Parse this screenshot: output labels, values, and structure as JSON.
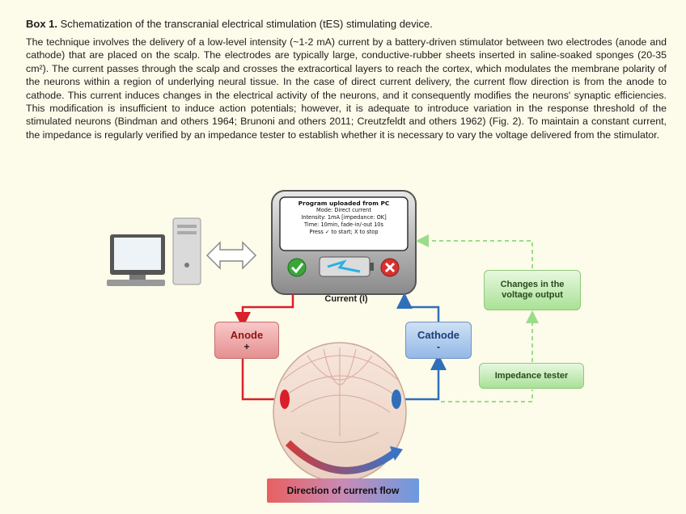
{
  "box": {
    "label": "Box 1.",
    "title": "Schematization of the transcranial electrical stimulation (tES) stimulating device.",
    "paragraph": "The technique involves the delivery of a low-level intensity (~1-2 mA) current by a battery-driven stimulator between two electrodes (anode and cathode) that are placed on the scalp. The electrodes are typically large, conductive-rubber sheets inserted in saline-soaked sponges (20-35 cm²). The current passes through the scalp and crosses the extracortical layers to reach the cortex, which modulates the membrane polarity of the neurons within a region of underlying neural tissue. In the case of direct current delivery, the current flow direction is from the anode to cathode. This current induces changes in the electrical activity of the neurons, and it consequently modifies the neurons' synaptic efficiencies. This modification is insufficient to induce action potentials; however, it is adequate to introduce variation in the response threshold of the stimulated neurons (Bindman and others 1964; Brunoni and others 2011; Creutzfeldt and others 1962) (Fig. 2). To maintain a constant current, the impedance is regularly verified by an impedance tester to establish whether it is necessary to vary the voltage delivered from the stimulator."
  },
  "device": {
    "screen_line1": "Program uploaded from PC",
    "screen_line2": "Mode: Direct current",
    "screen_line3": "Intensity: 1mA  [impedance: OK]",
    "screen_line4": "Time: 10min, fade-in/-out 10s",
    "screen_line5": "Press ✓ to start; X to stop",
    "current_label": "Current (I)"
  },
  "labels": {
    "anode": "Anode",
    "anode_sign": "+",
    "cathode": "Cathode",
    "cathode_sign": "-",
    "voltage": "Changes in the voltage output",
    "impedance": "Impedance tester",
    "direction": "Direction of current flow"
  },
  "colors": {
    "anode": "#d8202a",
    "cathode": "#2f6fba",
    "green": "#8fd27a",
    "box_bg": "#fdfbe9"
  },
  "icons": [
    "computer-icon",
    "double-arrow-icon",
    "check-icon",
    "cross-icon",
    "battery-icon",
    "brain-icon"
  ]
}
